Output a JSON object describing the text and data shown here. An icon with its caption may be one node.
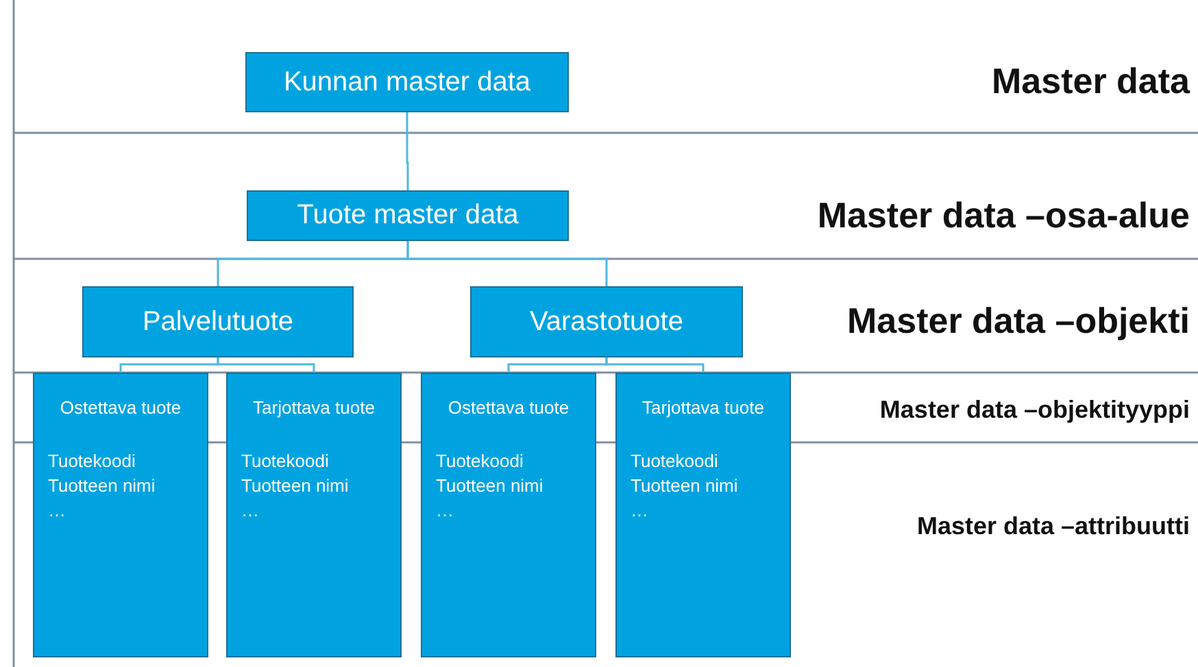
{
  "diagram": {
    "nodes": [
      {
        "text": [
          "Kunnan master data"
        ]
      },
      {
        "text": [
          "Tuote master data"
        ]
      },
      {
        "text": [
          "Palvelutuote"
        ]
      },
      {
        "text": [
          "Varastotuote"
        ]
      },
      {
        "text": [
          "Ostettava tuote",
          "Tuotekoodi",
          "Tuotteen nimi",
          "…"
        ]
      },
      {
        "text": [
          "Tarjottava tuote",
          "Tuotekoodi",
          "Tuotteen nimi",
          "…"
        ]
      },
      {
        "text": [
          "Ostettava tuote",
          "Tuotekoodi",
          "Tuotteen nimi",
          "…"
        ]
      },
      {
        "text": [
          "Tarjottava tuote",
          "Tuotekoodi",
          "Tuotteen nimi",
          "…"
        ]
      }
    ],
    "edges": [
      {
        "from": 0,
        "to": 1,
        "arrow": "none"
      },
      {
        "from": 1,
        "to": 2,
        "arrow": "none"
      },
      {
        "from": 1,
        "to": 3,
        "arrow": "none"
      },
      {
        "from": 2,
        "to": 4,
        "arrow": "none"
      },
      {
        "from": 2,
        "to": 5,
        "arrow": "none"
      },
      {
        "from": 3,
        "to": 6,
        "arrow": "none"
      },
      {
        "from": 3,
        "to": 7,
        "arrow": "none"
      }
    ],
    "labels": [
      "Master data",
      "Master data –osa-alue",
      "Master data –objekti",
      "Master data –objektityyppi",
      "Master data –attribuutti"
    ]
  }
}
